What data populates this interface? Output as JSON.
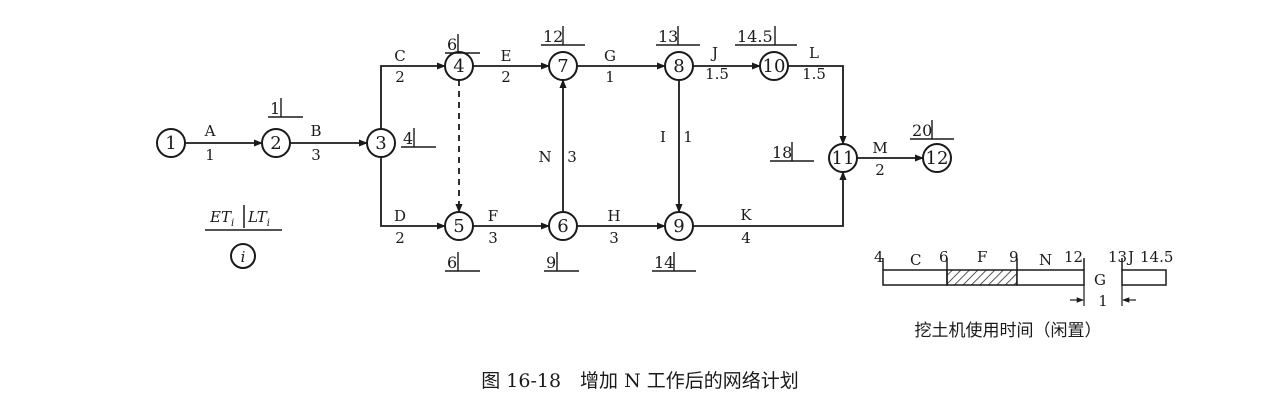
{
  "caption": "图 16-18　增加 N 工作后的网络计划",
  "nodes": [
    {
      "id": "1",
      "label": "1",
      "time": ""
    },
    {
      "id": "2",
      "label": "2",
      "time": "1"
    },
    {
      "id": "3",
      "label": "3",
      "time": "4"
    },
    {
      "id": "4",
      "label": "4",
      "time": "6"
    },
    {
      "id": "5",
      "label": "5",
      "time": "6"
    },
    {
      "id": "6",
      "label": "6",
      "time": "9"
    },
    {
      "id": "7",
      "label": "7",
      "time": "12"
    },
    {
      "id": "8",
      "label": "8",
      "time": "13"
    },
    {
      "id": "9",
      "label": "9",
      "time": "14"
    },
    {
      "id": "10",
      "label": "10",
      "time": "14.5"
    },
    {
      "id": "11",
      "label": "11",
      "time": "18"
    },
    {
      "id": "12",
      "label": "12",
      "time": "20"
    }
  ],
  "activities": [
    {
      "from": "1",
      "to": "2",
      "name": "A",
      "duration": "1"
    },
    {
      "from": "2",
      "to": "3",
      "name": "B",
      "duration": "3"
    },
    {
      "from": "3",
      "to": "4",
      "name": "C",
      "duration": "2"
    },
    {
      "from": "3",
      "to": "5",
      "name": "D",
      "duration": "2"
    },
    {
      "from": "4",
      "to": "7",
      "name": "E",
      "duration": "2"
    },
    {
      "from": "5",
      "to": "6",
      "name": "F",
      "duration": "3"
    },
    {
      "from": "6",
      "to": "7",
      "name": "N",
      "duration": "3"
    },
    {
      "from": "7",
      "to": "8",
      "name": "G",
      "duration": "1"
    },
    {
      "from": "6",
      "to": "9",
      "name": "H",
      "duration": "3"
    },
    {
      "from": "8",
      "to": "9",
      "name": "I",
      "duration": "1"
    },
    {
      "from": "8",
      "to": "10",
      "name": "J",
      "duration": "1.5"
    },
    {
      "from": "9",
      "to": "11",
      "name": "K",
      "duration": "4"
    },
    {
      "from": "10",
      "to": "11",
      "name": "L",
      "duration": "1.5"
    },
    {
      "from": "11",
      "to": "12",
      "name": "M",
      "duration": "2"
    },
    {
      "from": "4",
      "to": "5",
      "name": "",
      "duration": "",
      "dummy": true
    }
  ],
  "legend": {
    "et": "ET",
    "et_sub": "i",
    "lt": "LT",
    "lt_sub": "i",
    "node": "i"
  },
  "timeline": {
    "ticks": [
      "4",
      "6",
      "9",
      "12",
      "13",
      "14.5"
    ],
    "labels": [
      "C",
      "F",
      "N",
      "G",
      "J"
    ],
    "idle_duration": "1",
    "caption": "挖土机使用时间（闲置）"
  }
}
